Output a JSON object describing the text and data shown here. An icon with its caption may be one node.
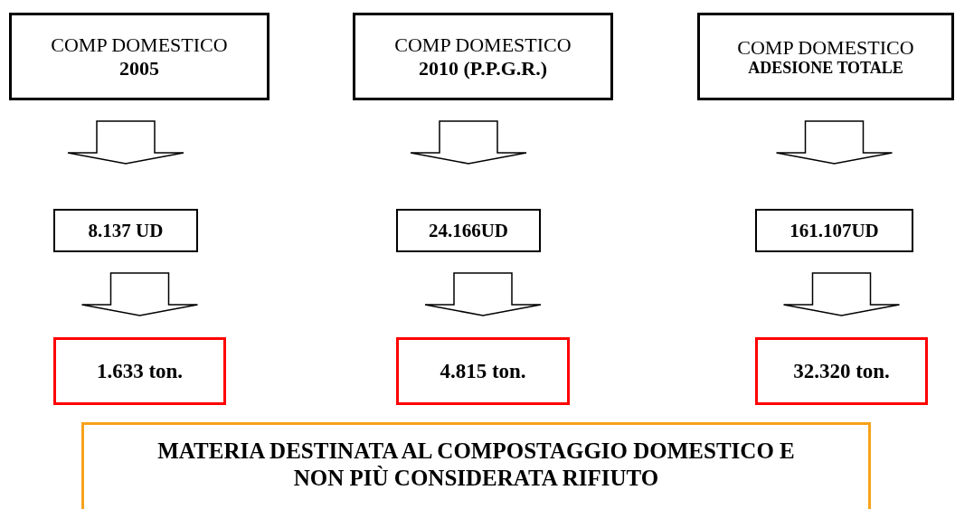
{
  "diagram": {
    "nodes": [
      {
        "text": [
          "COMP DOMESTICO",
          "2005"
        ]
      },
      {
        "text": [
          "COMP DOMESTICO",
          "2010 (P.P.G.R.)"
        ]
      },
      {
        "text": [
          "COMP DOMESTICO",
          "ADESIONE TOTALE"
        ]
      },
      {
        "text": [
          "8.137 UD"
        ]
      },
      {
        "text": [
          "24.166UD"
        ]
      },
      {
        "text": [
          "161.107UD"
        ]
      },
      {
        "text": [
          "1.633 ton."
        ]
      },
      {
        "text": [
          "4.815 ton."
        ]
      },
      {
        "text": [
          "32.320 ton."
        ]
      },
      {
        "text": [
          "MATERIA DESTINATA AL COMPOSTAGGIO DOMESTICO E NON PIÙ CONSIDERATA RIFIUTO"
        ]
      }
    ],
    "edges": [
      {
        "from": 0,
        "to": 3,
        "arrow": "to"
      },
      {
        "from": 1,
        "to": 4,
        "arrow": "to"
      },
      {
        "from": 2,
        "to": 5,
        "arrow": "to"
      },
      {
        "from": 3,
        "to": 6,
        "arrow": "to"
      },
      {
        "from": 4,
        "to": 7,
        "arrow": "to"
      },
      {
        "from": 5,
        "to": 8,
        "arrow": "to"
      }
    ]
  }
}
